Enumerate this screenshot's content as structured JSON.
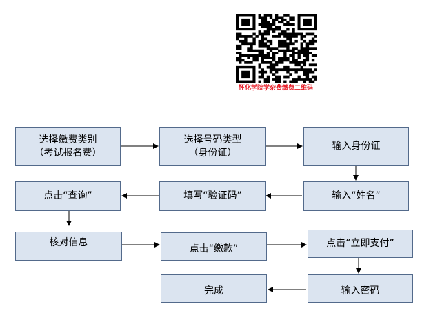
{
  "qr": {
    "caption": "怀化学院学杂费缴费二维码"
  },
  "steps": [
    {
      "id": "select-payment-type",
      "lines": [
        "选择缴费类别",
        "（考试报名费）"
      ]
    },
    {
      "id": "select-id-type",
      "lines": [
        "选择号码类型",
        "（身份证）"
      ]
    },
    {
      "id": "enter-id",
      "lines": [
        "输入身份证"
      ]
    },
    {
      "id": "enter-name",
      "lines": [
        "输入“姓名”"
      ]
    },
    {
      "id": "fill-captcha",
      "lines": [
        "填写“验证码”"
      ]
    },
    {
      "id": "click-query",
      "lines": [
        "点击“查询”"
      ]
    },
    {
      "id": "verify-info",
      "lines": [
        "核对信息"
      ]
    },
    {
      "id": "click-pay",
      "lines": [
        "点击“缴款”"
      ]
    },
    {
      "id": "click-pay-now",
      "lines": [
        "点击“立即支付”"
      ]
    },
    {
      "id": "enter-password",
      "lines": [
        "输入密码"
      ]
    },
    {
      "id": "complete",
      "lines": [
        "完成"
      ]
    }
  ]
}
